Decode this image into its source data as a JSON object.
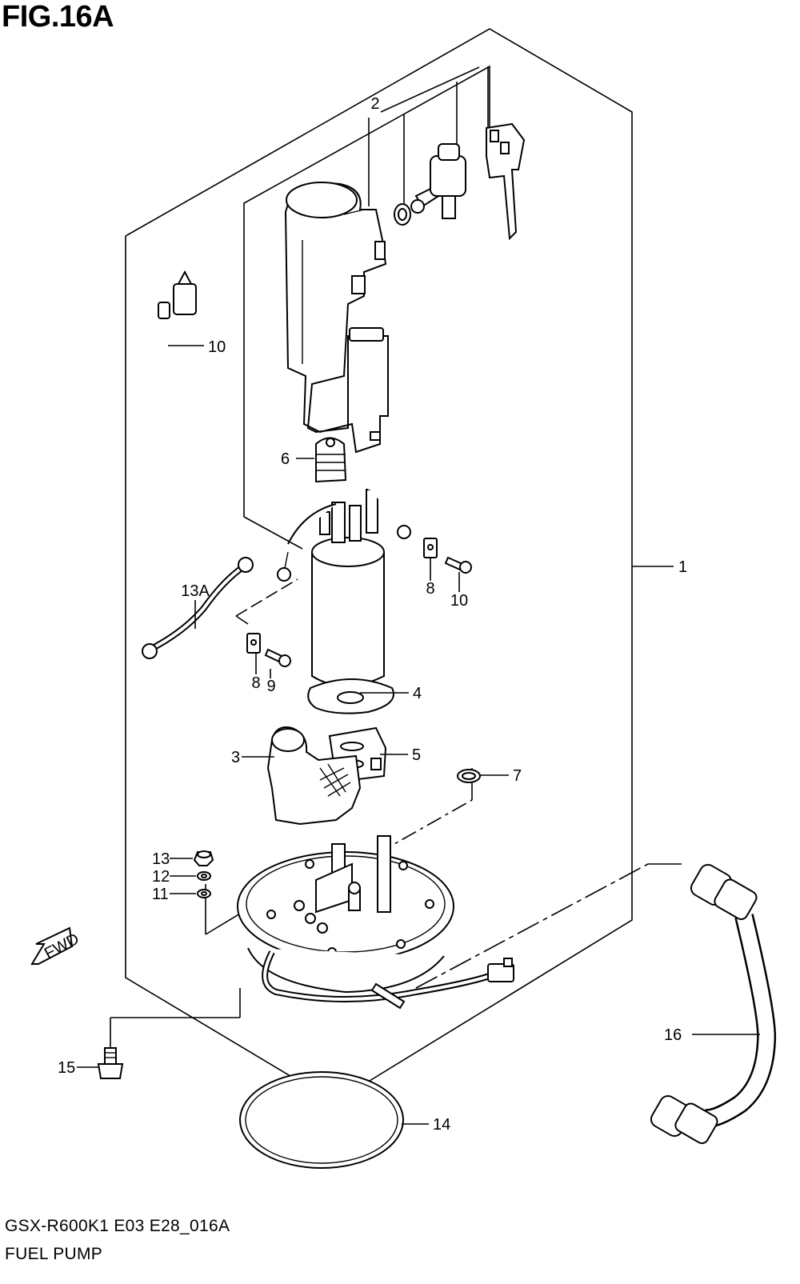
{
  "figure_title": "FIG.16A",
  "footer": {
    "model_code": "GSX-R600K1 E03 E28_016A",
    "section_name": "FUEL PUMP"
  },
  "fwd_label": "FWD",
  "callouts": {
    "c1": "1",
    "c2": "2",
    "c3": "3",
    "c4": "4",
    "c5": "5",
    "c6": "6",
    "c7": "7",
    "c8a": "8",
    "c8b": "8",
    "c9": "9",
    "c10a": "10",
    "c10b": "10",
    "c11": "11",
    "c12": "12",
    "c13": "13",
    "c13a": "13A",
    "c14": "14",
    "c15": "15",
    "c16": "16"
  }
}
